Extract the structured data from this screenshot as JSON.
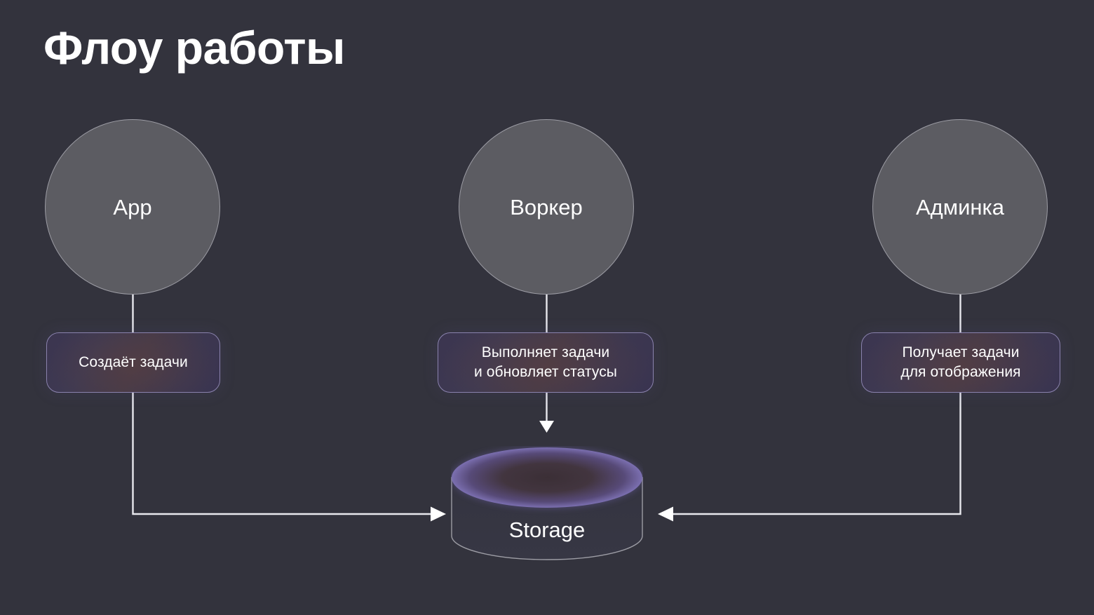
{
  "page": {
    "title": "Флоу работы",
    "background_color": "#33333d"
  },
  "colors": {
    "background": "#33333d",
    "circle_fill": "#5c5c62",
    "circle_border": "#9c9ca4",
    "pill_border": "#8a82ad",
    "pill_gradient_start": "#3b3550",
    "pill_gradient_mid": "#453a49",
    "pill_gradient_end": "#3a3450",
    "connector_line": "#e8e8ee",
    "storage_rim_glow": "#7b6fb0",
    "storage_body": "#373744",
    "text_primary": "#ffffff"
  },
  "nodes": [
    {
      "id": "app",
      "label": "App"
    },
    {
      "id": "worker",
      "label": "Воркер"
    },
    {
      "id": "admin",
      "label": "Админка"
    }
  ],
  "edge_labels": [
    {
      "id": "app",
      "text": "Создаёт задачи"
    },
    {
      "id": "worker",
      "text": "Выполняет задачи\nи обновляет статусы"
    },
    {
      "id": "admin",
      "text": "Получает задачи\nдля отображения"
    }
  ],
  "storage": {
    "label": "Storage"
  },
  "connectors": [
    {
      "from": "app",
      "to": "storage",
      "direction": "right",
      "arrow": true
    },
    {
      "from": "worker",
      "to": "storage",
      "direction": "down",
      "arrow": true
    },
    {
      "from": "admin",
      "to": "storage",
      "direction": "left",
      "arrow": true
    }
  ]
}
